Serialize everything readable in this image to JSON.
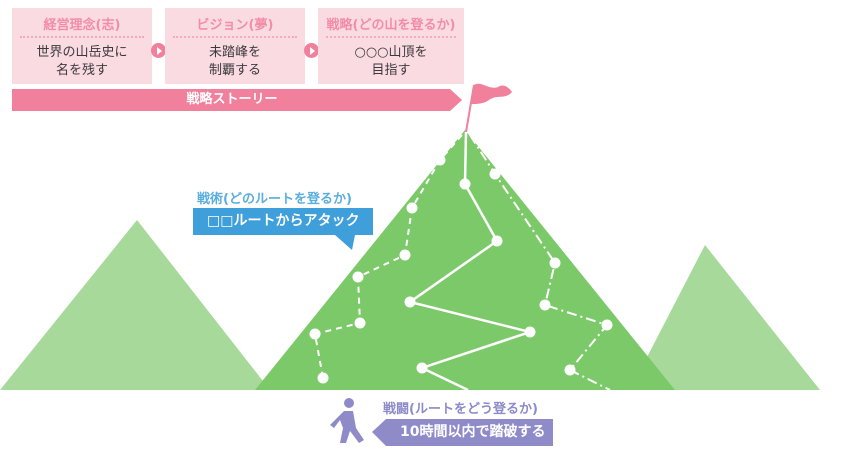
{
  "cards": [
    {
      "title": "経営理念(志)",
      "body": "世界の山岳史に\n名を残す"
    },
    {
      "title": "ビジョン(夢)",
      "body": "未踏峰を\n制覇する"
    },
    {
      "title": "戦略(どの山を登るか)",
      "body": "○○○山頂を\n目指す"
    }
  ],
  "story_label": "戦略ストーリー",
  "tactics": {
    "label": "戦術(どのルートを登るか)",
    "text": "□□ルートからアタック"
  },
  "battle": {
    "label": "戦闘(ルートをどう登るか)",
    "text": "10時間以内で踏破する"
  },
  "colors": {
    "card_bg": "#fbdbe2",
    "card_title": "#f28da8",
    "story_arrow": "#f0809c",
    "flag": "#f0809c",
    "main_mountain": "#7cc96a",
    "side_mountain": "#a6d99a",
    "tactics": "#3e9fdb",
    "battle": "#8f8bc9"
  },
  "icons": {
    "flag": "flag-icon",
    "climber": "walking-person-icon",
    "arrow": "chevron-right-icon"
  }
}
